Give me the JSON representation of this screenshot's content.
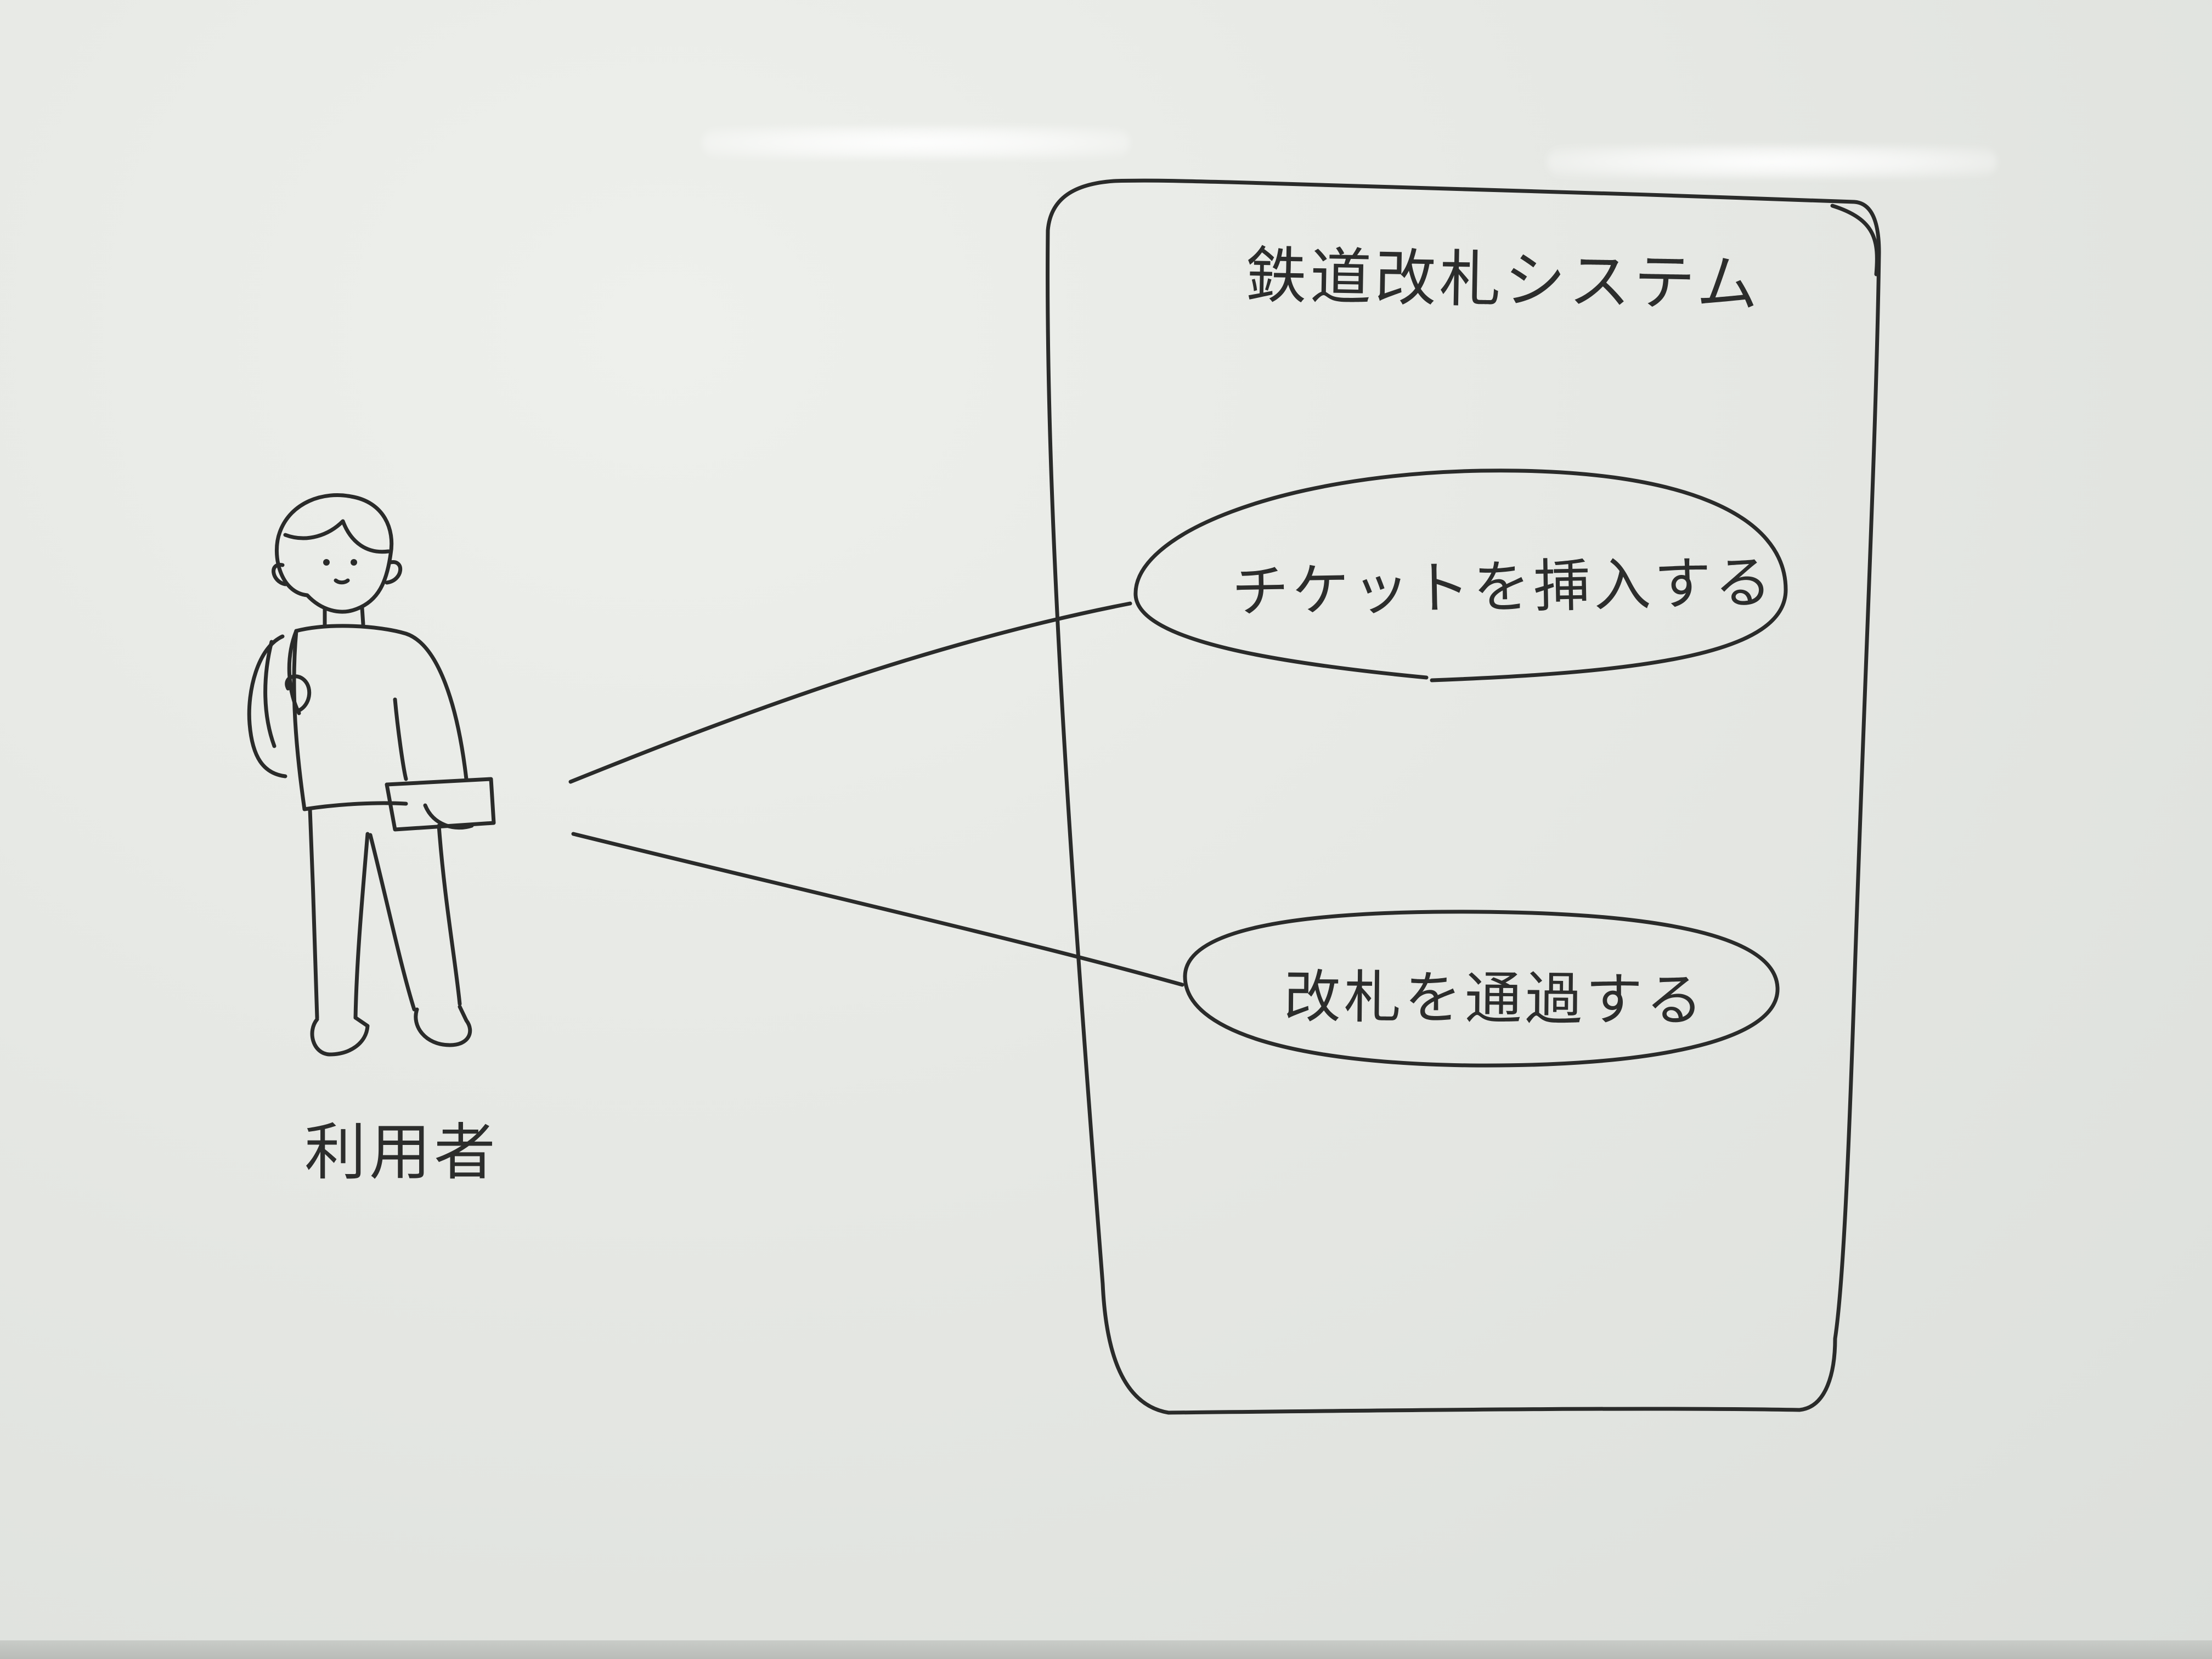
{
  "diagram": {
    "type": "use-case",
    "system": {
      "title": "鉄道改札システム"
    },
    "actor": {
      "name": "利用者",
      "icon": "person-figure-icon"
    },
    "use_cases": [
      {
        "label": "チケットを挿入する"
      },
      {
        "label": "改札を通過する"
      }
    ],
    "associations": [
      {
        "from": "利用者",
        "to": "チケットを挿入する"
      },
      {
        "from": "利用者",
        "to": "改札を通過する"
      }
    ],
    "colors": {
      "ink": "#2a2b2a",
      "board": "#e6e8e4"
    }
  }
}
